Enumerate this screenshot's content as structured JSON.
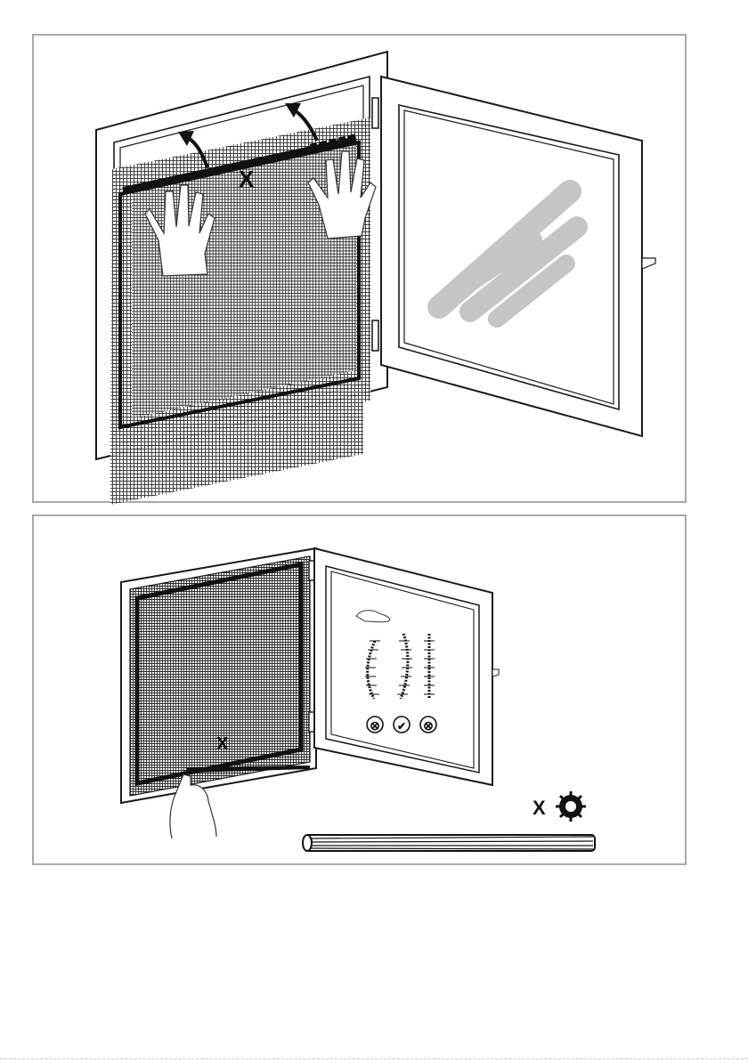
{
  "step1": {
    "mark_x": "X",
    "icons": [
      "mesh-icon",
      "hand-icon",
      "arrow-icon",
      "glass-smudge-icon"
    ]
  },
  "step2": {
    "mark_x": "X",
    "roll_mark_x": "X",
    "check_symbols": [
      "⊗",
      "✔",
      "⊗"
    ],
    "icons": [
      "mesh-icon",
      "hand-icon",
      "tape-roll-icon",
      "gear-icon",
      "check-icon",
      "prohibited-icon"
    ]
  },
  "colors": {
    "line": "#1a1a1a",
    "border": "#a9a9a9",
    "smudge": "#c4c6c4"
  }
}
